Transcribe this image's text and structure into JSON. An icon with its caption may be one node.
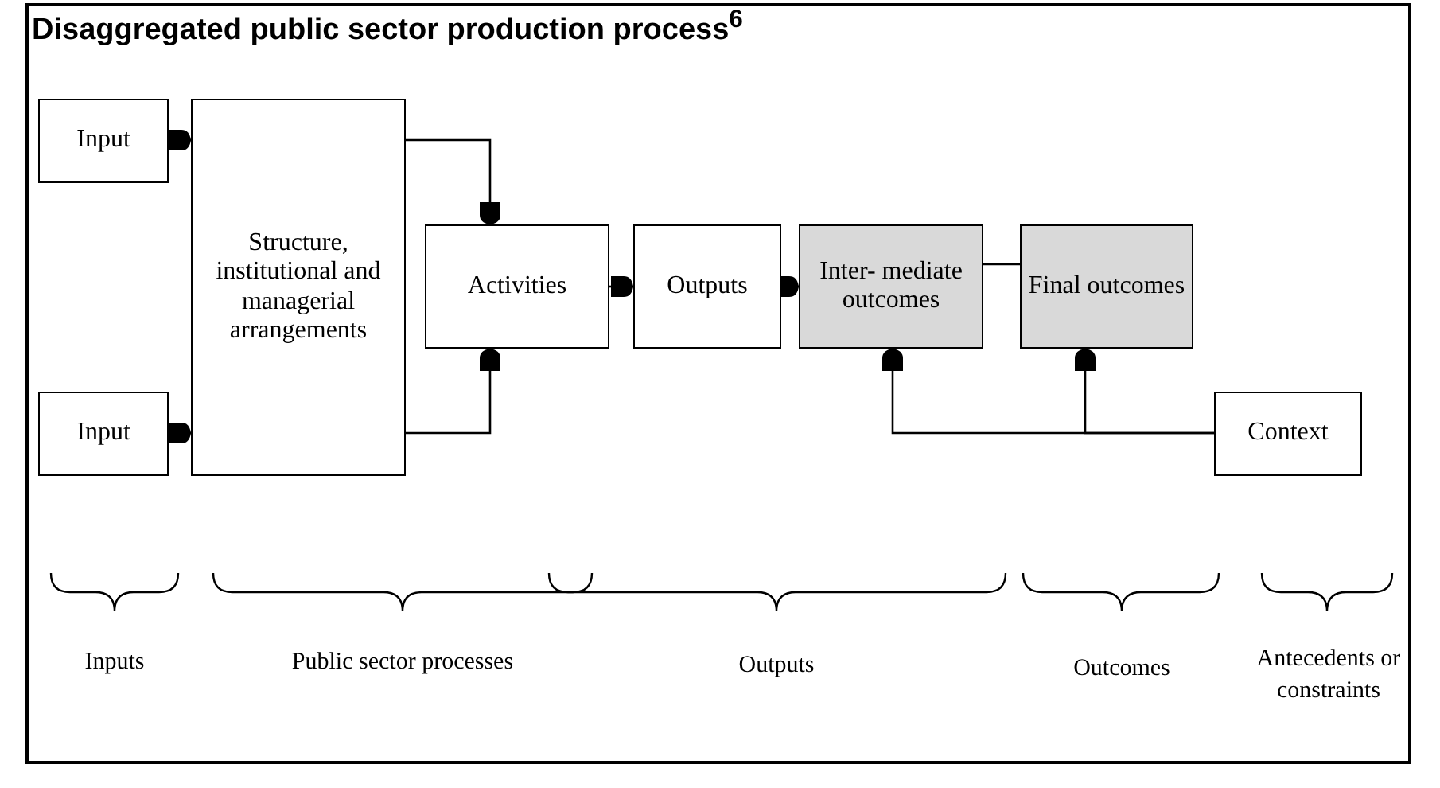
{
  "diagram": {
    "title": "Disaggregated public sector production process$^{6}$",
    "nodes": [
      {
        "text": [
          "Input"
        ]
      },
      {
        "text": [
          "Structure, institutional and managerial arrangements"
        ]
      },
      {
        "text": [
          "Input"
        ]
      },
      {
        "text": [
          "Activities"
        ]
      },
      {
        "text": [
          "Outputs"
        ]
      },
      {
        "text": [
          "Inter- mediate outcomes"
        ]
      },
      {
        "text": [
          "Final outcomes"
        ]
      },
      {
        "text": [
          "Context"
        ]
      }
    ],
    "edges": [
      {
        "from": 0,
        "to": 1,
        "arrow": "to"
      },
      {
        "from": 2,
        "to": 1,
        "arrow": "to"
      },
      {
        "from": 1,
        "to": 3,
        "arrow": "to"
      },
      {
        "from": 1,
        "to": 3,
        "arrow": "to"
      },
      {
        "from": 3,
        "to": 4,
        "arrow": "to"
      },
      {
        "from": 4,
        "to": 5,
        "arrow": "to"
      },
      {
        "from": 5,
        "to": 6,
        "arrow": "none"
      },
      {
        "from": 7,
        "to": 5,
        "arrow": "to"
      },
      {
        "from": 7,
        "to": 6,
        "arrow": "to"
      }
    ],
    "labels": [
      "Inputs",
      "Public sector processes",
      "Outputs",
      "Outcomes",
      "Antecedents or constraints"
    ]
  }
}
